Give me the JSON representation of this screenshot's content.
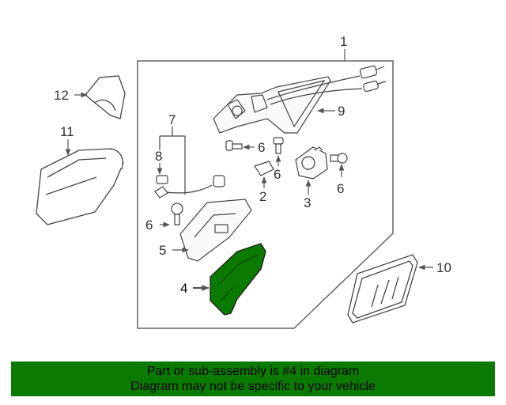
{
  "callouts": {
    "c1": "1",
    "c2": "2",
    "c3": "3",
    "c4": "4",
    "c5": "5",
    "c6a": "6",
    "c6b": "6",
    "c6c": "6",
    "c6d": "6",
    "c7": "7",
    "c8": "8",
    "c9": "9",
    "c10": "10",
    "c11": "11",
    "c12": "12"
  },
  "highlighted_part": "4",
  "colors": {
    "highlight": "#0b7a00",
    "line": "#555555",
    "banner_bg": "#0b7a00"
  },
  "banner": {
    "line1": "Part or sub-assembly is #4 in diagram",
    "line2": "Diagram may not be specific to your vehicle"
  }
}
